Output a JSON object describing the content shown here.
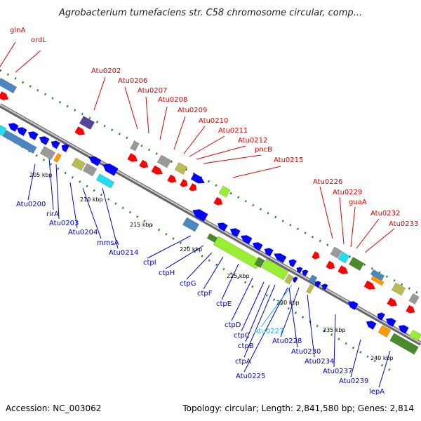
{
  "title": "Agrobacterium tumefaciens str. C58 chromosome circular, comp...",
  "footer": {
    "accession": "Accession: NC_003062",
    "topology": "Topology: circular; Length: 2,841,580 bp; Genes: 2,814"
  },
  "colors": {
    "forward_label": "#dd0000",
    "reverse_label": "#0000cc",
    "highlight_label": "#22aadd",
    "backbone": "#888888",
    "dotted_track": "#228822",
    "gene_red": "#ff0000",
    "gene_blue": "#0000ff",
    "gene_steelblue": "#4a86c0",
    "gene_lime": "#99ee33",
    "gene_darkgreen": "#4a8a2a",
    "gene_cyan": "#22ddee",
    "gene_olive": "#bbbb55",
    "gene_gray": "#999999",
    "gene_purple": "#554499",
    "gene_orange": "#ff9900"
  },
  "ticks": [
    "205 kbp",
    "210 kbp",
    "215 kbp",
    "220 kbp",
    "225 kbp",
    "230 kbp",
    "235 kbp",
    "240 kbp"
  ],
  "forward_labels": [
    "glnA",
    "ordL",
    "Atu0202",
    "Atu0206",
    "Atu0207",
    "Atu0208",
    "Atu0209",
    "Atu0210",
    "Atu0211",
    "Atu0212",
    "pncB",
    "Atu0215",
    "Atu0226",
    "Atu0229",
    "guaA",
    "Atu0232",
    "Atu0233"
  ],
  "reverse_labels": [
    "Atu0200",
    "rirA",
    "Atu0203",
    "Atu0204",
    "mmsA",
    "Atu0214",
    "ctpI",
    "ctpH",
    "ctpG",
    "ctpF",
    "ctpE",
    "ctpD",
    "ctpC",
    "ctpB",
    "ctpA",
    "Atu0225",
    "Atu0227",
    "Atu0228",
    "Atu0230",
    "Atu0234",
    "Atu0237",
    "Atu0239",
    "lepA"
  ],
  "highlighted_label": "Atu0227"
}
